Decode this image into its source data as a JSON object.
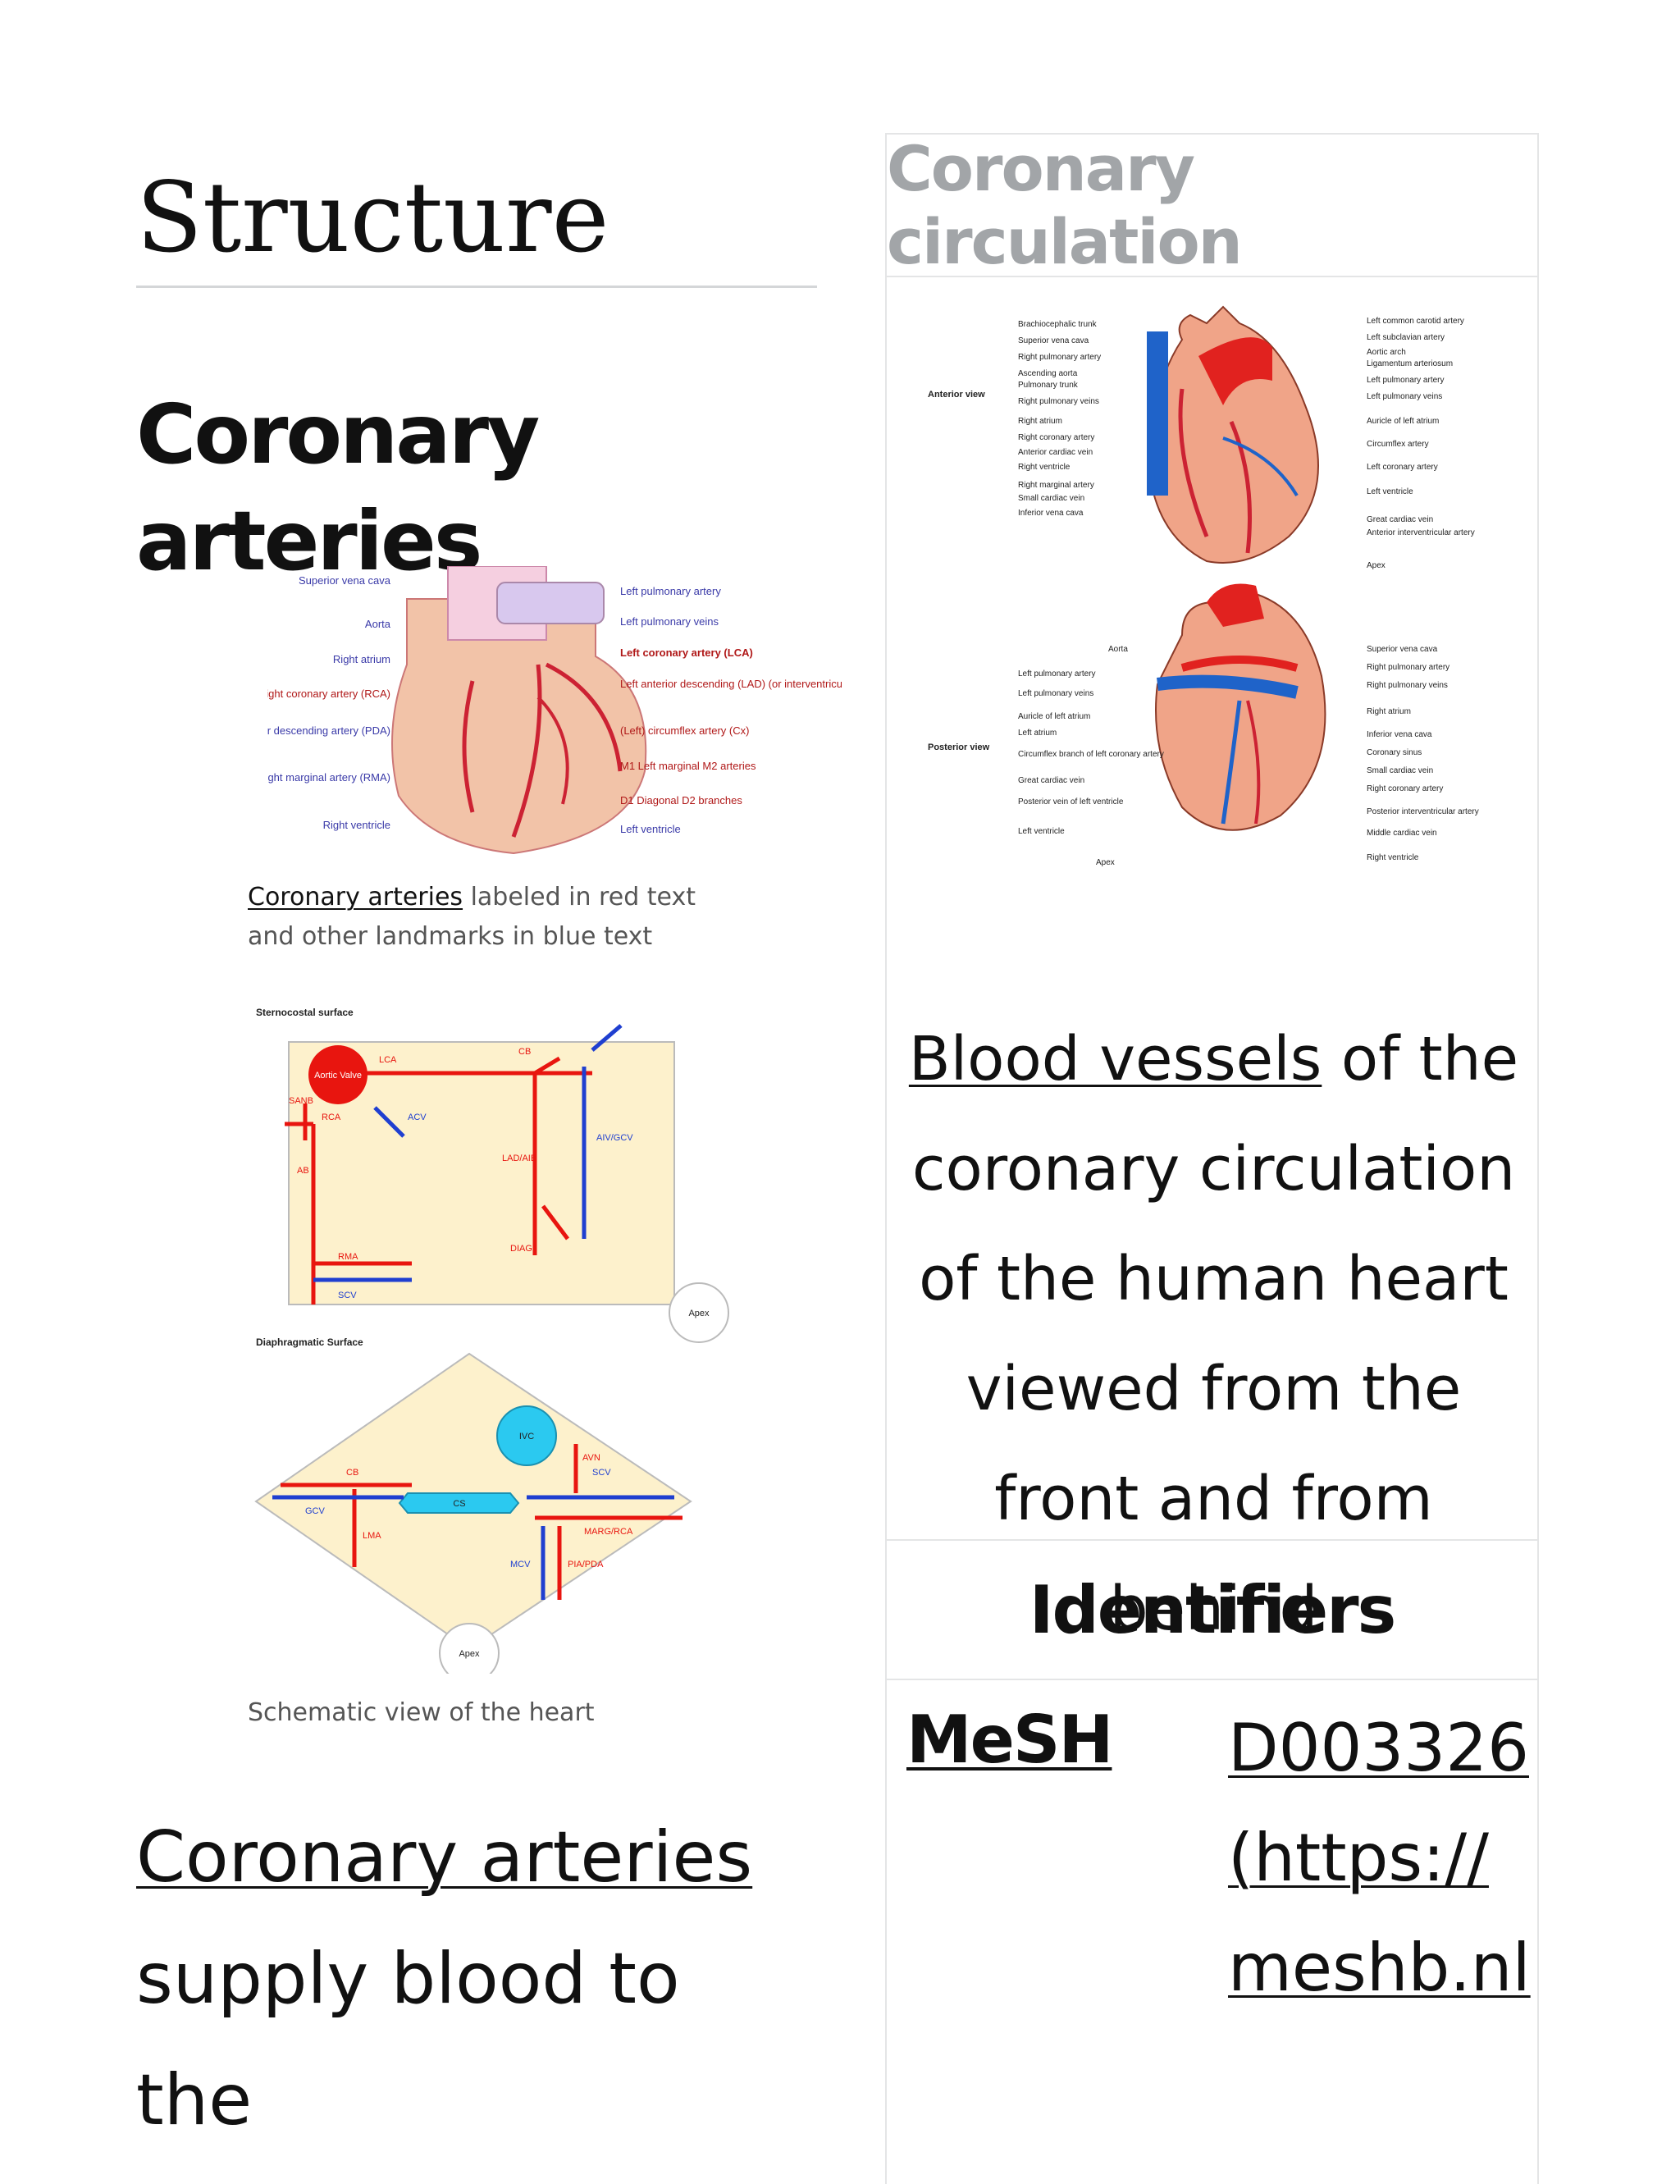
{
  "section_title": "Structure",
  "subsection_title": "Coronary arteries",
  "figure1": {
    "caption_link": "Coronary arteries",
    "caption_rest": " labeled in red text and other landmarks in blue text",
    "labels_left": [
      "Superior vena cava",
      "Aorta",
      "Right atrium",
      "Right coronary artery (RCA)",
      "Posterior descending artery (PDA)",
      "Right marginal artery (RMA)",
      "Right ventricle"
    ],
    "labels_right": [
      "Left pulmonary artery",
      "Left pulmonary veins",
      "Left coronary artery (LCA)",
      "Left anterior descending (LAD) (or interventricular) artery",
      "(Left) circumflex artery (Cx)",
      "M1 Left marginal M2 arteries",
      "D1 Diagonal D2 branches",
      "Left ventricle"
    ]
  },
  "figure2": {
    "caption": "Schematic view of the heart",
    "top_title": "Sternocostal surface",
    "bottom_title": "Diaphragmatic Surface",
    "top_labels": [
      "Aortic Valve",
      "LCA",
      "CB",
      "SANB",
      "RCA",
      "ACV",
      "LAD/AIB",
      "AIV/GCV",
      "AB",
      "DIAG",
      "RMA",
      "SCV",
      "Apex"
    ],
    "bottom_labels": [
      "IVC",
      "CB",
      "AVN",
      "SCV",
      "GCV",
      "CS",
      "LMA",
      "MARG/RCA",
      "MCV",
      "PIA/PDA",
      "Apex"
    ]
  },
  "body": {
    "link": "Coronary arteries",
    "text": "supply blood to the"
  },
  "infobox": {
    "title": "Coronary circulation",
    "image": {
      "anterior_label": "Anterior view",
      "posterior_label": "Posterior view",
      "anterior_left": [
        "Brachiocephalic trunk",
        "Superior vena cava",
        "Right pulmonary artery",
        "Ascending aorta",
        "Pulmonary trunk",
        "Right pulmonary veins",
        "Right atrium",
        "Right coronary artery",
        "Anterior cardiac vein",
        "Right ventricle",
        "Right marginal artery",
        "Small cardiac vein",
        "Inferior vena cava"
      ],
      "anterior_right": [
        "Left common carotid artery",
        "Left subclavian artery",
        "Aortic arch",
        "Ligamentum arteriosum",
        "Left pulmonary artery",
        "Left pulmonary veins",
        "Auricle of left atrium",
        "Circumflex artery",
        "Left coronary artery",
        "Left ventricle",
        "Great cardiac vein",
        "Anterior interventricular artery",
        "Apex"
      ],
      "posterior_left": [
        "Aorta",
        "Left pulmonary artery",
        "Left pulmonary veins",
        "Auricle of left atrium",
        "Left atrium",
        "Circumflex branch of left coronary artery",
        "Great cardiac vein",
        "Posterior vein of left ventricle",
        "Left ventricle",
        "Apex"
      ],
      "posterior_right": [
        "Superior vena cava",
        "Right pulmonary artery",
        "Right pulmonary veins",
        "Right atrium",
        "Inferior vena cava",
        "Coronary sinus",
        "Small cardiac vein",
        "Right coronary artery",
        "Posterior interventricular artery",
        "Middle cardiac vein",
        "Right ventricle"
      ]
    },
    "caption_link": "Blood vessels",
    "caption_rest": " of the coronary circulation of the human heart viewed from the front and from behind",
    "section": "Identifiers",
    "row_label": "MeSH",
    "row_value": "D003326 (https://meshb.nl"
  },
  "colors": {
    "artery": "#e1221f",
    "vein": "#1f63c9",
    "heart": "#f0a488",
    "schematic_bg": "#fdf1cc"
  }
}
